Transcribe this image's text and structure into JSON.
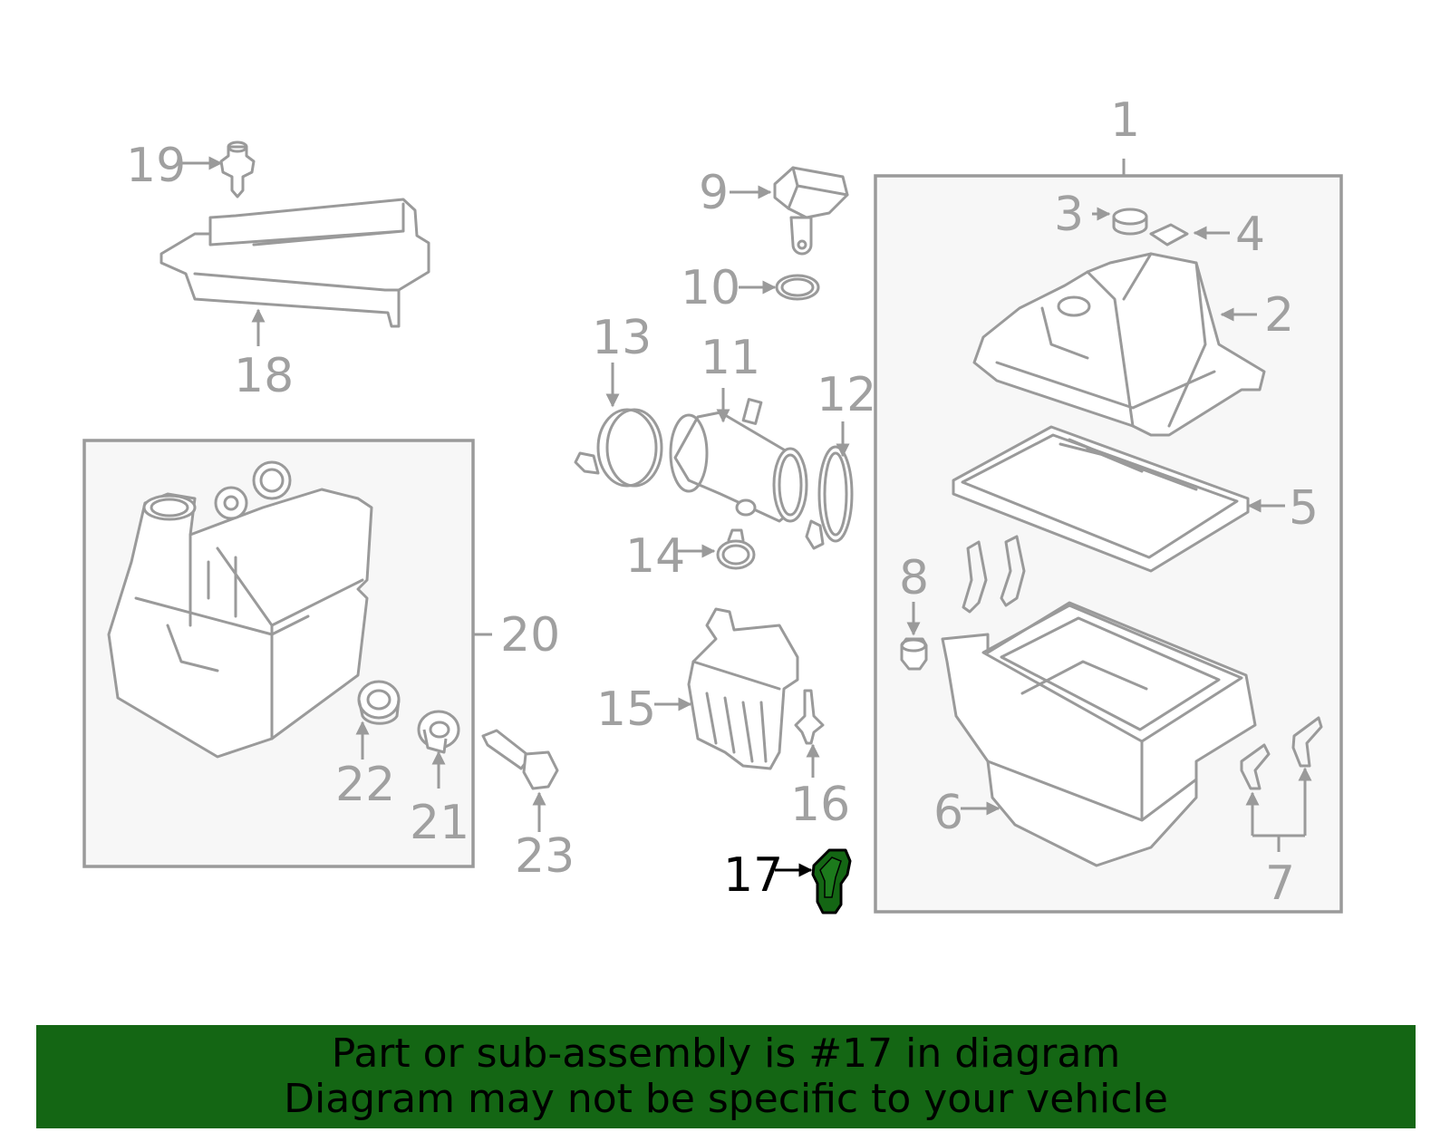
{
  "highlight": {
    "part_number": "17",
    "color": "#146614"
  },
  "callouts": {
    "c1": "1",
    "c2": "2",
    "c3": "3",
    "c4": "4",
    "c5": "5",
    "c6": "6",
    "c7": "7",
    "c8": "8",
    "c9": "9",
    "c10": "10",
    "c11": "11",
    "c12": "12",
    "c13": "13",
    "c14": "14",
    "c15": "15",
    "c16": "16",
    "c17": "17",
    "c18": "18",
    "c19": "19",
    "c20": "20",
    "c21": "21",
    "c22": "22",
    "c23": "23"
  },
  "banner": {
    "line1": "Part or sub-assembly is #17 in diagram",
    "line2": "Diagram may not be specific to your vehicle",
    "background": "#146614"
  },
  "colors": {
    "line": "#9a9a9a",
    "box_fill": "#f7f7f7",
    "highlight_text": "#000000"
  }
}
